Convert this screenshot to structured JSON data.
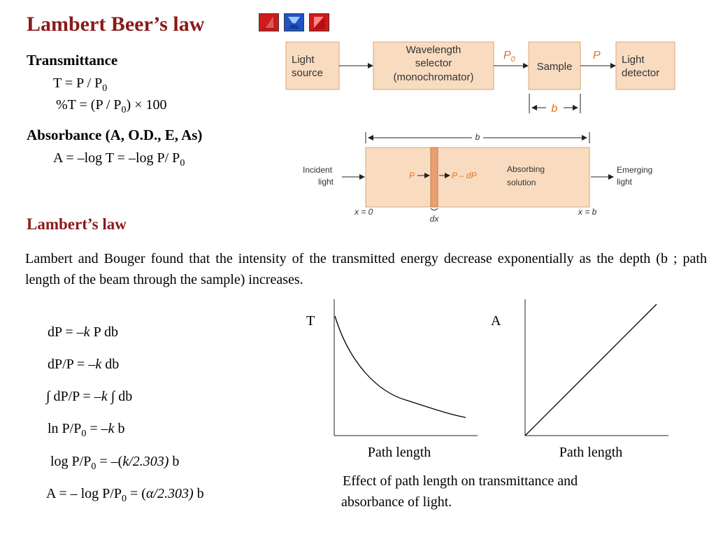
{
  "title": "Lambert Beer’s law",
  "nav": [
    "prev",
    "home",
    "next"
  ],
  "transmittance": {
    "heading": "Transmittance",
    "eq1_a": "T = P / P",
    "eq1_sub": "0",
    "eq2_a": "%T = (P / P",
    "eq2_sub": "0",
    "eq2_b": ") × 100"
  },
  "absorbance": {
    "heading": "Absorbance (A, O.D., E, As)",
    "eq_a": "A = –log T = –log P/ P",
    "eq_sub": "0"
  },
  "block_diagram": {
    "light_source_1": "Light",
    "light_source_2": "source",
    "selector_1": "Wavelength",
    "selector_2": "selector",
    "selector_3": "(monochromator)",
    "p0": "P",
    "p0_sub": "0",
    "sample": "Sample",
    "p": "P",
    "detector_1": "Light",
    "detector_2": "detector",
    "b": "b"
  },
  "cell_diagram": {
    "b": "b",
    "incident_1": "Incident",
    "incident_2": "light",
    "p": "P",
    "p_minus_dp": "P – dP",
    "absorbing_1": "Absorbing",
    "absorbing_2": "solution",
    "emerging_1": "Emerging",
    "emerging_2": "light",
    "x0": "x = 0",
    "dx": "dx",
    "xb": "x = b"
  },
  "lamberts_law": {
    "heading": "Lambert’s  law",
    "text": "Lambert and Bouger found that the intensity of the transmitted energy decrease exponentially as the depth (b ; path length of the beam through the sample) increases."
  },
  "derivation": {
    "l1_a": "dP  =  –",
    "l1_k": "k",
    "l1_b": " P db",
    "l2_a": "dP/P  =  –",
    "l2_k": "k",
    "l2_b": " db",
    "l3_a": "∫ dP/P  =  –",
    "l3_k": "k",
    "l3_b": " ∫ db",
    "l4_a": "ln P/P",
    "l4_sub": "0",
    "l4_b": "  =  –",
    "l4_k": "k",
    "l4_c": " b",
    "l5_a": "log P/P",
    "l5_sub": "0",
    "l5_b": "  =  –(",
    "l5_i": "k/2.303)",
    "l5_c": " b",
    "l6_a": "A = – log P/P",
    "l6_sub": "0",
    "l6_b": "  = (",
    "l6_i": "α/2.303)",
    "l6_c": " b"
  },
  "graphs": {
    "t_label": "T",
    "a_label": "A",
    "x_label_left": "Path length",
    "x_label_right": "Path length",
    "caption_1": " Effect of path length on transmittance and",
    "caption_2": "absorbance of light."
  }
}
